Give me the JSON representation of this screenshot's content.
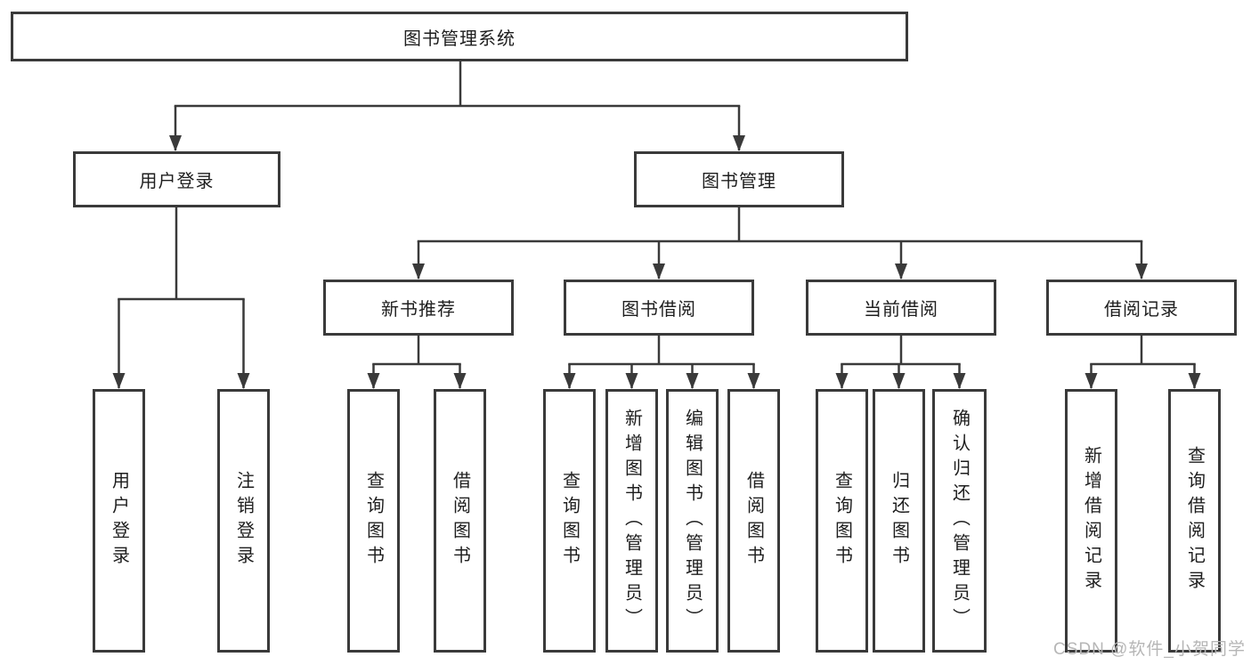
{
  "diagram": {
    "title": "图书管理系统",
    "branches": [
      {
        "label": "用户登录",
        "leaves": [
          "用户登录",
          "注销登录"
        ]
      },
      {
        "label": "图书管理",
        "groups": [
          {
            "label": "新书推荐",
            "leaves": [
              "查询图书",
              "借阅图书"
            ]
          },
          {
            "label": "图书借阅",
            "leaves": [
              "查询图书",
              "新增图书（管理员）",
              "编辑图书（管理员）",
              "借阅图书"
            ]
          },
          {
            "label": "当前借阅",
            "leaves": [
              "查询图书",
              "归还图书",
              "确认归还（管理员）"
            ]
          },
          {
            "label": "借阅记录",
            "leaves": [
              "新增借阅记录",
              "查询借阅记录"
            ]
          }
        ]
      }
    ]
  },
  "watermark": {
    "text": "CSDN @软件_小贺同学"
  },
  "colors": {
    "line": "#3a3a3a",
    "text": "#1e1e1e",
    "watermark": "#b6b6b6",
    "background": "#ffffff"
  }
}
